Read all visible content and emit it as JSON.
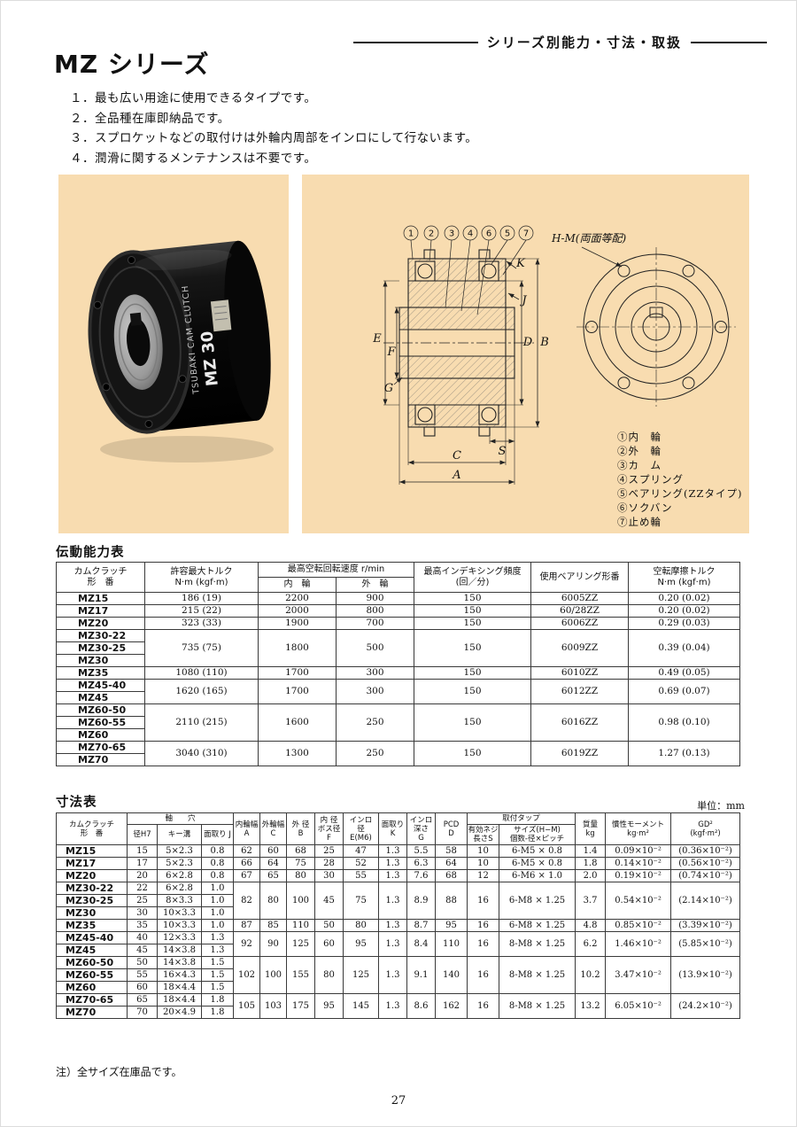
{
  "page": {
    "section_header": "シリーズ別能力・寸法・取扱",
    "title": "MZ シリーズ",
    "bullets": [
      "１．最も広い用途に使用できるタイプです。",
      "２．全品種在庫即納品です。",
      "３．スプロケットなどの取付けは外輪内周部をインロにして行ないます。",
      "４．潤滑に関するメンテナンスは不要です。"
    ],
    "footnote": "注）全サイズ在庫品です。",
    "page_number": "27"
  },
  "photo": {
    "brand_label": "TSUBAKI CAM CLUTCH",
    "model_label": "MZ 30"
  },
  "drawing": {
    "hm_label": "H-M(両面等配)",
    "callouts": [
      "1",
      "2",
      "3",
      "4",
      "6",
      "5",
      "7"
    ],
    "dims": {
      "A": "A",
      "B": "B",
      "C": "C",
      "D": "D",
      "E": "E",
      "F": "F",
      "G": "G",
      "J": "J",
      "K": "K",
      "S": "S"
    },
    "legend": [
      "①内　輪",
      "②外　輪",
      "③カ　ム",
      "④スプリング",
      "⑤ベアリング(ZZタイプ)",
      "⑥ソクバン",
      "⑦止め輪"
    ]
  },
  "capacity_table": {
    "title": "伝動能力表",
    "head": [
      [
        {
          "t": "カムクラッチ\n形　番",
          "rs": 2
        },
        {
          "t": "許容最大トルク\nN·m (kgf·m)",
          "rs": 2
        },
        {
          "t": "最高空転回転速度 r/min",
          "cs": 2
        },
        {
          "t": "最高インデキシング頻度\n(回／分)",
          "rs": 2
        },
        {
          "t": "使用ベアリング形番",
          "rs": 2
        },
        {
          "t": "空転摩擦トルク\nN·m (kgf·m)",
          "rs": 2
        }
      ],
      [
        "内　輪",
        "外　輪"
      ]
    ],
    "body": [
      [
        "MZ15",
        "186 (19)",
        "2200",
        "900",
        "150",
        "6005ZZ",
        "0.20 (0.02)"
      ],
      [
        "MZ17",
        "215 (22)",
        "2000",
        "800",
        "150",
        "60/28ZZ",
        "0.20 (0.02)"
      ],
      [
        "MZ20",
        "323 (33)",
        "1900",
        "700",
        "150",
        "6006ZZ",
        "0.29 (0.03)"
      ],
      [
        "MZ30-22",
        {
          "t": "735 (75)",
          "rs": 3
        },
        {
          "t": "1800",
          "rs": 3
        },
        {
          "t": "500",
          "rs": 3
        },
        {
          "t": "150",
          "rs": 3
        },
        {
          "t": "6009ZZ",
          "rs": 3
        },
        {
          "t": "0.39 (0.04)",
          "rs": 3
        }
      ],
      [
        "MZ30-25"
      ],
      [
        "MZ30"
      ],
      [
        "MZ35",
        "1080 (110)",
        "1700",
        "300",
        "150",
        "6010ZZ",
        "0.49 (0.05)"
      ],
      [
        "MZ45-40",
        {
          "t": "1620 (165)",
          "rs": 2
        },
        {
          "t": "1700",
          "rs": 2
        },
        {
          "t": "300",
          "rs": 2
        },
        {
          "t": "150",
          "rs": 2
        },
        {
          "t": "6012ZZ",
          "rs": 2
        },
        {
          "t": "0.69 (0.07)",
          "rs": 2
        }
      ],
      [
        "MZ45"
      ],
      [
        "MZ60-50",
        {
          "t": "2110 (215)",
          "rs": 3
        },
        {
          "t": "1600",
          "rs": 3
        },
        {
          "t": "250",
          "rs": 3
        },
        {
          "t": "150",
          "rs": 3
        },
        {
          "t": "6016ZZ",
          "rs": 3
        },
        {
          "t": "0.98 (0.10)",
          "rs": 3
        }
      ],
      [
        "MZ60-55"
      ],
      [
        "MZ60"
      ],
      [
        "MZ70-65",
        {
          "t": "3040 (310)",
          "rs": 2
        },
        {
          "t": "1300",
          "rs": 2
        },
        {
          "t": "250",
          "rs": 2
        },
        {
          "t": "150",
          "rs": 2
        },
        {
          "t": "6019ZZ",
          "rs": 2
        },
        {
          "t": "1.27 (0.13)",
          "rs": 2
        }
      ],
      [
        "MZ70"
      ]
    ]
  },
  "dimension_table": {
    "title": "寸法表",
    "unit_note": "単位：mm",
    "head": [
      [
        {
          "t": "カムクラッチ\n形　番",
          "rs": 2
        },
        {
          "t": "軸　　穴",
          "cs": 3
        },
        {
          "t": "内輪幅\nA",
          "rs": 2
        },
        {
          "t": "外輪幅\nC",
          "rs": 2
        },
        {
          "t": "外 径\nB",
          "rs": 2
        },
        {
          "t": "内 径\nボス径\nF",
          "rs": 2
        },
        {
          "t": "インロ\n径\nE(M6)",
          "rs": 2
        },
        {
          "t": "面取り\nK",
          "rs": 2
        },
        {
          "t": "インロ\n深さ\nG",
          "rs": 2
        },
        {
          "t": "PCD\nD",
          "rs": 2
        },
        {
          "t": "取付タップ",
          "cs": 2
        },
        {
          "t": "質量\nkg",
          "rs": 2
        },
        {
          "t": "慣性モーメント\nkg·m²",
          "rs": 2
        },
        {
          "t": "GD²\n(kgf·m²)",
          "rs": 2
        }
      ],
      [
        "径H7",
        "キー溝",
        "面取り J",
        "有効ネジ\n長さS",
        "サイズ(H−M)\n個数-径×ピッチ"
      ]
    ],
    "body": [
      [
        "MZ15",
        "15",
        "5×2.3",
        "0.8",
        "62",
        "60",
        "68",
        "25",
        "47",
        "1.3",
        "5.5",
        "58",
        "10",
        "6-M5 × 0.8",
        "1.4",
        "0.09×10⁻²",
        "(0.36×10⁻²)"
      ],
      [
        "MZ17",
        "17",
        "5×2.3",
        "0.8",
        "66",
        "64",
        "75",
        "28",
        "52",
        "1.3",
        "6.3",
        "64",
        "10",
        "6-M5 × 0.8",
        "1.8",
        "0.14×10⁻²",
        "(0.56×10⁻²)"
      ],
      [
        "MZ20",
        "20",
        "6×2.8",
        "0.8",
        "67",
        "65",
        "80",
        "30",
        "55",
        "1.3",
        "7.6",
        "68",
        "12",
        "6-M6 × 1.0",
        "2.0",
        "0.19×10⁻²",
        "(0.74×10⁻²)"
      ],
      [
        "MZ30-22",
        "22",
        "6×2.8",
        "1.0",
        {
          "t": "82",
          "rs": 3
        },
        {
          "t": "80",
          "rs": 3
        },
        {
          "t": "100",
          "rs": 3
        },
        {
          "t": "45",
          "rs": 3
        },
        {
          "t": "75",
          "rs": 3
        },
        {
          "t": "1.3",
          "rs": 3
        },
        {
          "t": "8.9",
          "rs": 3
        },
        {
          "t": "88",
          "rs": 3
        },
        {
          "t": "16",
          "rs": 3
        },
        {
          "t": "6-M8 × 1.25",
          "rs": 3
        },
        {
          "t": "3.7",
          "rs": 3
        },
        {
          "t": "0.54×10⁻²",
          "rs": 3
        },
        {
          "t": "(2.14×10⁻²)",
          "rs": 3
        }
      ],
      [
        "MZ30-25",
        "25",
        "8×3.3",
        "1.0"
      ],
      [
        "MZ30",
        "30",
        "10×3.3",
        "1.0"
      ],
      [
        "MZ35",
        "35",
        "10×3.3",
        "1.0",
        "87",
        "85",
        "110",
        "50",
        "80",
        "1.3",
        "8.7",
        "95",
        "16",
        "6-M8 × 1.25",
        "4.8",
        "0.85×10⁻²",
        "(3.39×10⁻²)"
      ],
      [
        "MZ45-40",
        "40",
        "12×3.3",
        "1.3",
        {
          "t": "92",
          "rs": 2
        },
        {
          "t": "90",
          "rs": 2
        },
        {
          "t": "125",
          "rs": 2
        },
        {
          "t": "60",
          "rs": 2
        },
        {
          "t": "95",
          "rs": 2
        },
        {
          "t": "1.3",
          "rs": 2
        },
        {
          "t": "8.4",
          "rs": 2
        },
        {
          "t": "110",
          "rs": 2
        },
        {
          "t": "16",
          "rs": 2
        },
        {
          "t": "8-M8 × 1.25",
          "rs": 2
        },
        {
          "t": "6.2",
          "rs": 2
        },
        {
          "t": "1.46×10⁻²",
          "rs": 2
        },
        {
          "t": "(5.85×10⁻²)",
          "rs": 2
        }
      ],
      [
        "MZ45",
        "45",
        "14×3.8",
        "1.3"
      ],
      [
        "MZ60-50",
        "50",
        "14×3.8",
        "1.5",
        {
          "t": "102",
          "rs": 3
        },
        {
          "t": "100",
          "rs": 3
        },
        {
          "t": "155",
          "rs": 3
        },
        {
          "t": "80",
          "rs": 3
        },
        {
          "t": "125",
          "rs": 3
        },
        {
          "t": "1.3",
          "rs": 3
        },
        {
          "t": "9.1",
          "rs": 3
        },
        {
          "t": "140",
          "rs": 3
        },
        {
          "t": "16",
          "rs": 3
        },
        {
          "t": "8-M8 × 1.25",
          "rs": 3
        },
        {
          "t": "10.2",
          "rs": 3
        },
        {
          "t": "3.47×10⁻²",
          "rs": 3
        },
        {
          "t": "(13.9×10⁻²)",
          "rs": 3
        }
      ],
      [
        "MZ60-55",
        "55",
        "16×4.3",
        "1.5"
      ],
      [
        "MZ60",
        "60",
        "18×4.4",
        "1.5"
      ],
      [
        "MZ70-65",
        "65",
        "18×4.4",
        "1.8",
        {
          "t": "105",
          "rs": 2
        },
        {
          "t": "103",
          "rs": 2
        },
        {
          "t": "175",
          "rs": 2
        },
        {
          "t": "95",
          "rs": 2
        },
        {
          "t": "145",
          "rs": 2
        },
        {
          "t": "1.3",
          "rs": 2
        },
        {
          "t": "8.6",
          "rs": 2
        },
        {
          "t": "162",
          "rs": 2
        },
        {
          "t": "16",
          "rs": 2
        },
        {
          "t": "8-M8 × 1.25",
          "rs": 2
        },
        {
          "t": "13.2",
          "rs": 2
        },
        {
          "t": "6.05×10⁻²",
          "rs": 2
        },
        {
          "t": "(24.2×10⁻²)",
          "rs": 2
        }
      ],
      [
        "MZ70",
        "70",
        "20×4.9",
        "1.8"
      ]
    ]
  }
}
